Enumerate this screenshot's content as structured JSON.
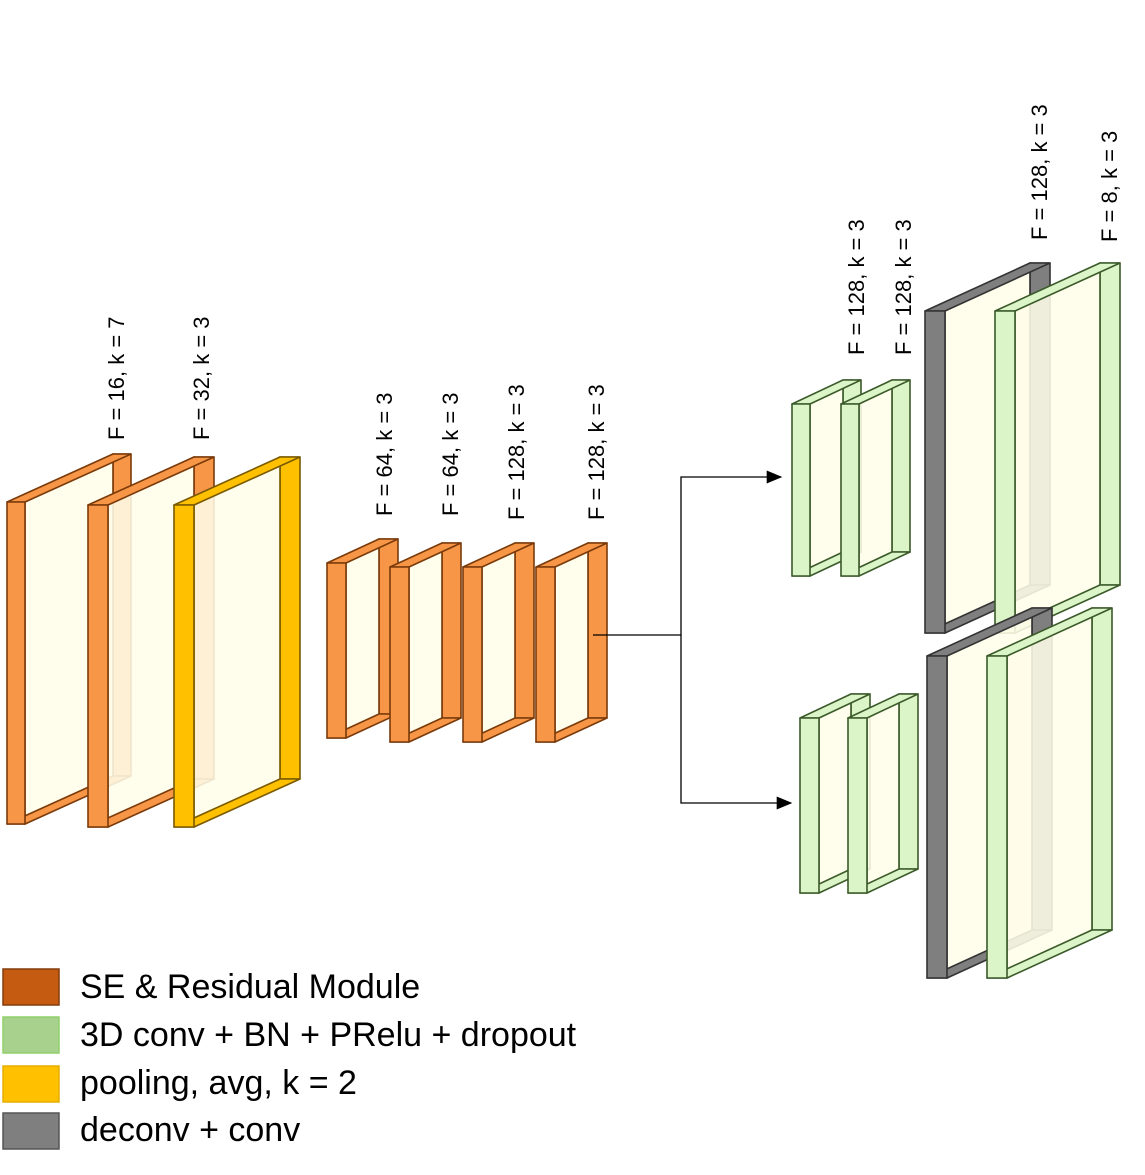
{
  "colors": {
    "se_residual": "#c55a11",
    "orange_block": "#f79646",
    "conv_green": "#a9d18e",
    "pooling": "#ffc000",
    "deconv": "#7f7f7f",
    "face": "#fffde8"
  },
  "layers": {
    "encoder": [
      {
        "label": "F = 16,  k = 7",
        "type": "se_residual"
      },
      {
        "label": "F = 32,  k = 3",
        "type": "se_residual"
      },
      {
        "label": "",
        "type": "pooling"
      },
      {
        "label": "F = 64,  k = 3",
        "type": "se_residual"
      },
      {
        "label": "F = 64,  k = 3",
        "type": "se_residual"
      },
      {
        "label": "F = 128,  k = 3",
        "type": "se_residual"
      },
      {
        "label": "F = 128,  k = 3",
        "type": "se_residual"
      }
    ],
    "branch_top": [
      {
        "label": "F = 128,  k = 3",
        "type": "conv"
      },
      {
        "label": "F = 128,  k = 3",
        "type": "conv"
      },
      {
        "label": "F = 128,  k = 3",
        "type": "deconv"
      },
      {
        "label": "F = 8,  k = 3",
        "type": "conv"
      }
    ],
    "branch_bottom": [
      {
        "label": "",
        "type": "conv"
      },
      {
        "label": "",
        "type": "conv"
      },
      {
        "label": "",
        "type": "deconv"
      },
      {
        "label": "",
        "type": "conv"
      }
    ]
  },
  "legend": [
    {
      "label": "SE & Residual Module",
      "swatch": "se_residual"
    },
    {
      "label": "3D conv + BN + PRelu +  dropout",
      "swatch": "conv_green"
    },
    {
      "label": "pooling, avg, k = 2",
      "swatch": "pooling"
    },
    {
      "label": "deconv + conv",
      "swatch": "deconv"
    }
  ]
}
